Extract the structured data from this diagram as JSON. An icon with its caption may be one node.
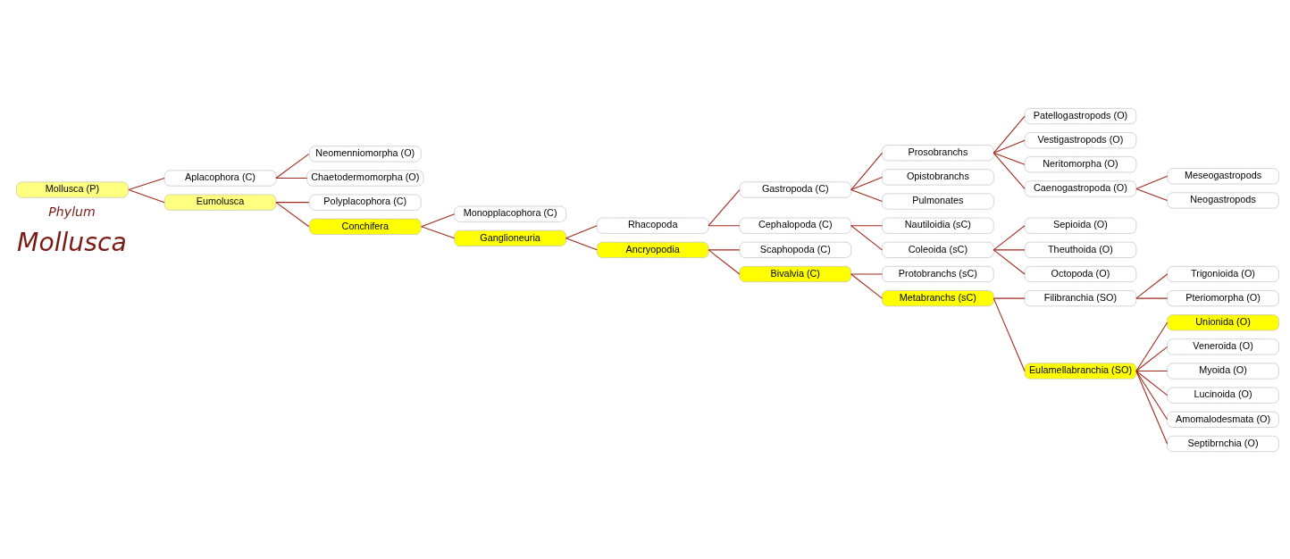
{
  "diagram": {
    "nodes": [
      {
        "text": [
          "Mollusca (P)"
        ]
      },
      {
        "text": [
          "Aplacophora (C)"
        ]
      },
      {
        "text": [
          "Neomenniomorpha (O)"
        ]
      },
      {
        "text": [
          "Chaetodermomorpha (O)"
        ]
      },
      {
        "text": [
          "Eumolusca"
        ]
      },
      {
        "text": [
          "Polyplacophora (C)"
        ]
      },
      {
        "text": [
          "Conchifera"
        ]
      },
      {
        "text": [
          "Monopplacophora (C)"
        ]
      },
      {
        "text": [
          "Ganglioneuria"
        ]
      },
      {
        "text": [
          "Rhacopoda"
        ]
      },
      {
        "text": [
          "Gastropoda (C)"
        ]
      },
      {
        "text": [
          "Prosobranchs"
        ]
      },
      {
        "text": [
          "Patellogastropods (O)"
        ]
      },
      {
        "text": [
          "Vestigastropods (O)"
        ]
      },
      {
        "text": [
          "Neritomorpha (O)"
        ]
      },
      {
        "text": [
          "Caenogastropoda (O)"
        ]
      },
      {
        "text": [
          "Meseogastropods"
        ]
      },
      {
        "text": [
          "Neogastropods"
        ]
      },
      {
        "text": [
          "Opistobranchs"
        ]
      },
      {
        "text": [
          "Pulmonates"
        ]
      },
      {
        "text": [
          "Cephalopoda (C)"
        ]
      },
      {
        "text": [
          "Nautiloidia (sC)"
        ]
      },
      {
        "text": [
          "Coleoida (sC)"
        ]
      },
      {
        "text": [
          "Sepioida (O)"
        ]
      },
      {
        "text": [
          "Theuthoida (O)"
        ]
      },
      {
        "text": [
          "Octopoda (O)"
        ]
      },
      {
        "text": [
          "Ancryopodia"
        ]
      },
      {
        "text": [
          "Scaphopoda (C)"
        ]
      },
      {
        "text": [
          "Bivalvia (C)"
        ]
      },
      {
        "text": [
          "Protobranchs (sC)"
        ]
      },
      {
        "text": [
          "Metabranchs (sC)"
        ]
      },
      {
        "text": [
          "Filibranchia (SO)"
        ]
      },
      {
        "text": [
          "Trigonioida (O)"
        ]
      },
      {
        "text": [
          "Pteriomorpha (O)"
        ]
      },
      {
        "text": [
          "Eulamellabranchia (SO)"
        ]
      },
      {
        "text": [
          "Unionida (O)"
        ]
      },
      {
        "text": [
          "Veneroida (O)"
        ]
      },
      {
        "text": [
          "Myoida (O)"
        ]
      },
      {
        "text": [
          "Lucinoida (O)"
        ]
      },
      {
        "text": [
          "Amomalodesmata (O)"
        ]
      },
      {
        "text": [
          "Septibrnchia (O)"
        ]
      }
    ],
    "edges": [
      {
        "from": 0,
        "to": 1,
        "arrow": "none"
      },
      {
        "from": 1,
        "to": 2,
        "arrow": "none"
      },
      {
        "from": 1,
        "to": 3,
        "arrow": "none"
      },
      {
        "from": 0,
        "to": 4,
        "arrow": "none"
      },
      {
        "from": 4,
        "to": 5,
        "arrow": "none"
      },
      {
        "from": 4,
        "to": 6,
        "arrow": "none"
      },
      {
        "from": 6,
        "to": 7,
        "arrow": "none"
      },
      {
        "from": 6,
        "to": 8,
        "arrow": "none"
      },
      {
        "from": 8,
        "to": 9,
        "arrow": "none"
      },
      {
        "from": 9,
        "to": 10,
        "arrow": "none"
      },
      {
        "from": 10,
        "to": 11,
        "arrow": "none"
      },
      {
        "from": 11,
        "to": 12,
        "arrow": "none"
      },
      {
        "from": 11,
        "to": 13,
        "arrow": "none"
      },
      {
        "from": 11,
        "to": 14,
        "arrow": "none"
      },
      {
        "from": 11,
        "to": 15,
        "arrow": "none"
      },
      {
        "from": 15,
        "to": 16,
        "arrow": "none"
      },
      {
        "from": 15,
        "to": 17,
        "arrow": "none"
      },
      {
        "from": 10,
        "to": 18,
        "arrow": "none"
      },
      {
        "from": 10,
        "to": 19,
        "arrow": "none"
      },
      {
        "from": 9,
        "to": 20,
        "arrow": "none"
      },
      {
        "from": 20,
        "to": 21,
        "arrow": "none"
      },
      {
        "from": 20,
        "to": 22,
        "arrow": "none"
      },
      {
        "from": 22,
        "to": 23,
        "arrow": "none"
      },
      {
        "from": 22,
        "to": 24,
        "arrow": "none"
      },
      {
        "from": 22,
        "to": 25,
        "arrow": "none"
      },
      {
        "from": 8,
        "to": 26,
        "arrow": "none"
      },
      {
        "from": 26,
        "to": 27,
        "arrow": "none"
      },
      {
        "from": 26,
        "to": 28,
        "arrow": "none"
      },
      {
        "from": 28,
        "to": 29,
        "arrow": "none"
      },
      {
        "from": 28,
        "to": 30,
        "arrow": "none"
      },
      {
        "from": 30,
        "to": 31,
        "arrow": "none"
      },
      {
        "from": 31,
        "to": 32,
        "arrow": "none"
      },
      {
        "from": 31,
        "to": 33,
        "arrow": "none"
      },
      {
        "from": 30,
        "to": 34,
        "arrow": "none"
      },
      {
        "from": 34,
        "to": 35,
        "arrow": "none"
      },
      {
        "from": 34,
        "to": 36,
        "arrow": "none"
      },
      {
        "from": 34,
        "to": 37,
        "arrow": "none"
      },
      {
        "from": 34,
        "to": 38,
        "arrow": "none"
      },
      {
        "from": 34,
        "to": 39,
        "arrow": "none"
      },
      {
        "from": 34,
        "to": 40,
        "arrow": "none"
      }
    ],
    "labels": [
      "Phylum",
      "Mollusca"
    ]
  }
}
